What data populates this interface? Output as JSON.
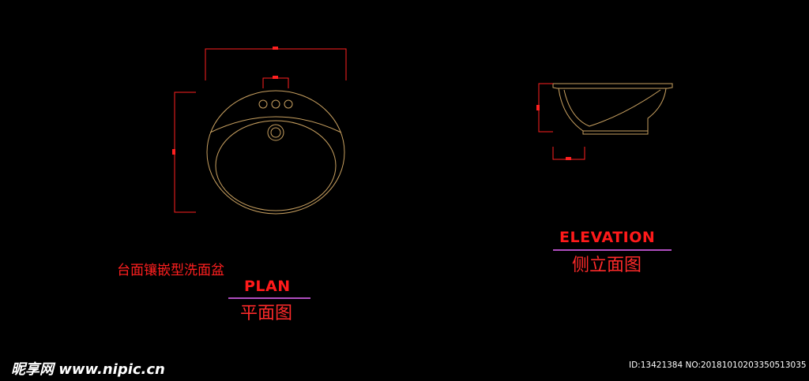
{
  "labels": {
    "plan_en": "PLAN",
    "plan_cn": "平面图",
    "elevation_en": "ELEVATION",
    "elevation_cn": "侧立面图",
    "basin_caption": "台面镶嵌型洗面盆"
  },
  "watermark": {
    "logo_text": "昵享网 www.nipic.cn",
    "image_id": "ID:13421384 NO:20181010203350513035"
  },
  "colors": {
    "background": "#000000",
    "outline": "#c8a060",
    "dimension": "#ff2020",
    "title_text": "#ff1a1a",
    "title_underline": "#b04ec0",
    "watermark": "#ffffff"
  }
}
